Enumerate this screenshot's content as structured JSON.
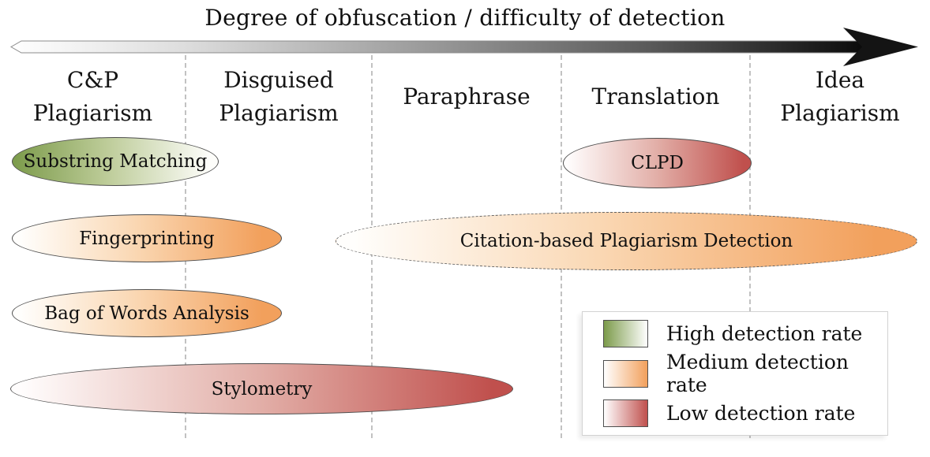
{
  "title": "Degree of obfuscation / difficulty of detection",
  "colors": {
    "high": "#7C9B4B",
    "medium": "#F2A05C",
    "low": "#C0504D"
  },
  "axis": {
    "direction": "left-to-right",
    "style": "gradient bar white to black with arrowhead pointing right"
  },
  "categories": [
    {
      "label": "C&P\nPlagiarism"
    },
    {
      "label": "Disguised\nPlagiarism"
    },
    {
      "label": "Paraphrase"
    },
    {
      "label": "Translation"
    },
    {
      "label": "Idea\nPlagiarism"
    }
  ],
  "methods": [
    {
      "label": "Substring Matching",
      "rate": "high",
      "border": "solid"
    },
    {
      "label": "Fingerprinting",
      "rate": "medium",
      "border": "solid"
    },
    {
      "label": "Bag of Words Analysis",
      "rate": "medium",
      "border": "solid"
    },
    {
      "label": "Stylometry",
      "rate": "low",
      "border": "solid"
    },
    {
      "label": "CLPD",
      "rate": "low",
      "border": "solid"
    },
    {
      "label": "Citation-based Plagiarism Detection",
      "rate": "medium",
      "border": "dashed"
    }
  ],
  "legend": {
    "items": [
      {
        "label": "High detection rate",
        "rate": "high"
      },
      {
        "label": "Medium detection rate",
        "rate": "medium"
      },
      {
        "label": "Low detection rate",
        "rate": "low"
      }
    ]
  }
}
